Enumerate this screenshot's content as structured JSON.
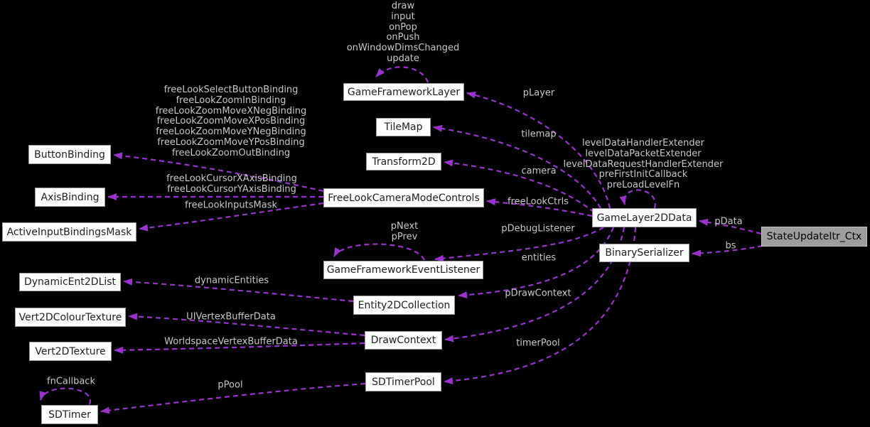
{
  "diagram": {
    "nodes": {
      "gameFrameworkLayer": {
        "label": "GameFrameworkLayer"
      },
      "tileMap": {
        "label": "TileMap"
      },
      "transform2D": {
        "label": "Transform2D"
      },
      "freeLookCameraModeControls": {
        "label": "FreeLookCameraModeControls"
      },
      "gameLayer2DData": {
        "label": "GameLayer2DData"
      },
      "binarySerializer": {
        "label": "BinarySerializer"
      },
      "stateUpdateItrCtx": {
        "label": "StateUpdateItr_Ctx"
      },
      "buttonBinding": {
        "label": "ButtonBinding"
      },
      "axisBinding": {
        "label": "AxisBinding"
      },
      "activeInputBindingsMask": {
        "label": "ActiveInputBindingsMask"
      },
      "dynamicEnt2DList": {
        "label": "DynamicEnt2DList"
      },
      "vert2DColourTexture": {
        "label": "Vert2DColourTexture"
      },
      "vert2DTexture": {
        "label": "Vert2DTexture"
      },
      "sdTimer": {
        "label": "SDTimer"
      },
      "gameFrameworkEventListener": {
        "label": "GameFrameworkEventListener"
      },
      "entity2DCollection": {
        "label": "Entity2DCollection"
      },
      "drawContext": {
        "label": "DrawContext"
      },
      "sdTimerPool": {
        "label": "SDTimerPool"
      }
    },
    "edgeLabels": {
      "pLayer": "pLayer",
      "tilemap": "tilemap",
      "camera": "camera",
      "freeLookCtrls": "freeLookCtrls",
      "pDebugListener": "pDebugListener",
      "entities": "entities",
      "pDrawContext": "pDrawContext",
      "timerPool": "timerPool",
      "pData": "pData",
      "bs": "bs",
      "dynamicEntities": "dynamicEntities",
      "uiVertexBufferData": "UIVertexBufferData",
      "worldspaceVertexBufferData": "WorldspaceVertexBufferData",
      "pPool": "pPool",
      "fnCallback": "fnCallback",
      "freeLookInputsMask": "freeLookInputsMask"
    },
    "memberStacks": {
      "gameFrameworkLayerSelf": [
        "draw",
        "input",
        "onPop",
        "onPush",
        "onWindowDimsChanged",
        "update"
      ],
      "buttonBindingMembers": [
        "freeLookSelectButtonBinding",
        "freeLookZoomInBinding",
        "freeLookZoomMoveXNegBinding",
        "freeLookZoomMoveXPosBinding",
        "freeLookZoomMoveYNegBinding",
        "freeLookZoomMoveYPosBinding",
        "freeLookZoomOutBinding"
      ],
      "axisBindingMembers": [
        "freeLookCursorXAxisBinding",
        "freeLookCursorYAxisBinding"
      ],
      "gameLayer2DDataSelf": [
        "levelDataHandlerExtender",
        "levelDataPacketExtender",
        "levelDataRequestHandlerExtender",
        "preFirstInitCallback",
        "preLoadLevelFn"
      ],
      "eventListenerSelf": [
        "pNext",
        "pPrev"
      ]
    },
    "colors": {
      "background": "#000000",
      "edge": "#9a32cd",
      "nodeBg": "#fdfdfd",
      "nodeBorder": "#9a9a9a",
      "nodeText": "#1f1f1f",
      "labelText": "#c8c8c8",
      "highlightBg": "#9e9e9e",
      "highlightBorder": "#c6c6c6"
    }
  }
}
